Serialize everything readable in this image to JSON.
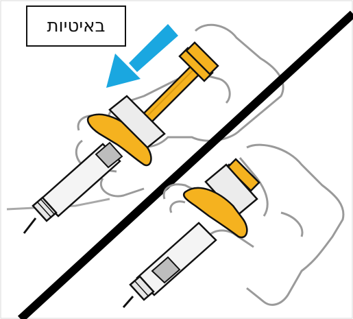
{
  "label": {
    "text": "באיטיות"
  },
  "colors": {
    "arrow": "#1aa7e0",
    "plunger": "#f5b21f",
    "plunger_shadow": "#d99a10",
    "outline": "#111111",
    "hand_outline": "#9a9a9a",
    "barrel": "#f2f2f2",
    "barrel_shade": "#bdbdbd"
  },
  "icons": {
    "arrow": "arrow-down-left-icon",
    "divider": "diagonal-divider",
    "syringe_before": "syringe-plunger-extended",
    "syringe_after": "syringe-plunger-depressed"
  }
}
